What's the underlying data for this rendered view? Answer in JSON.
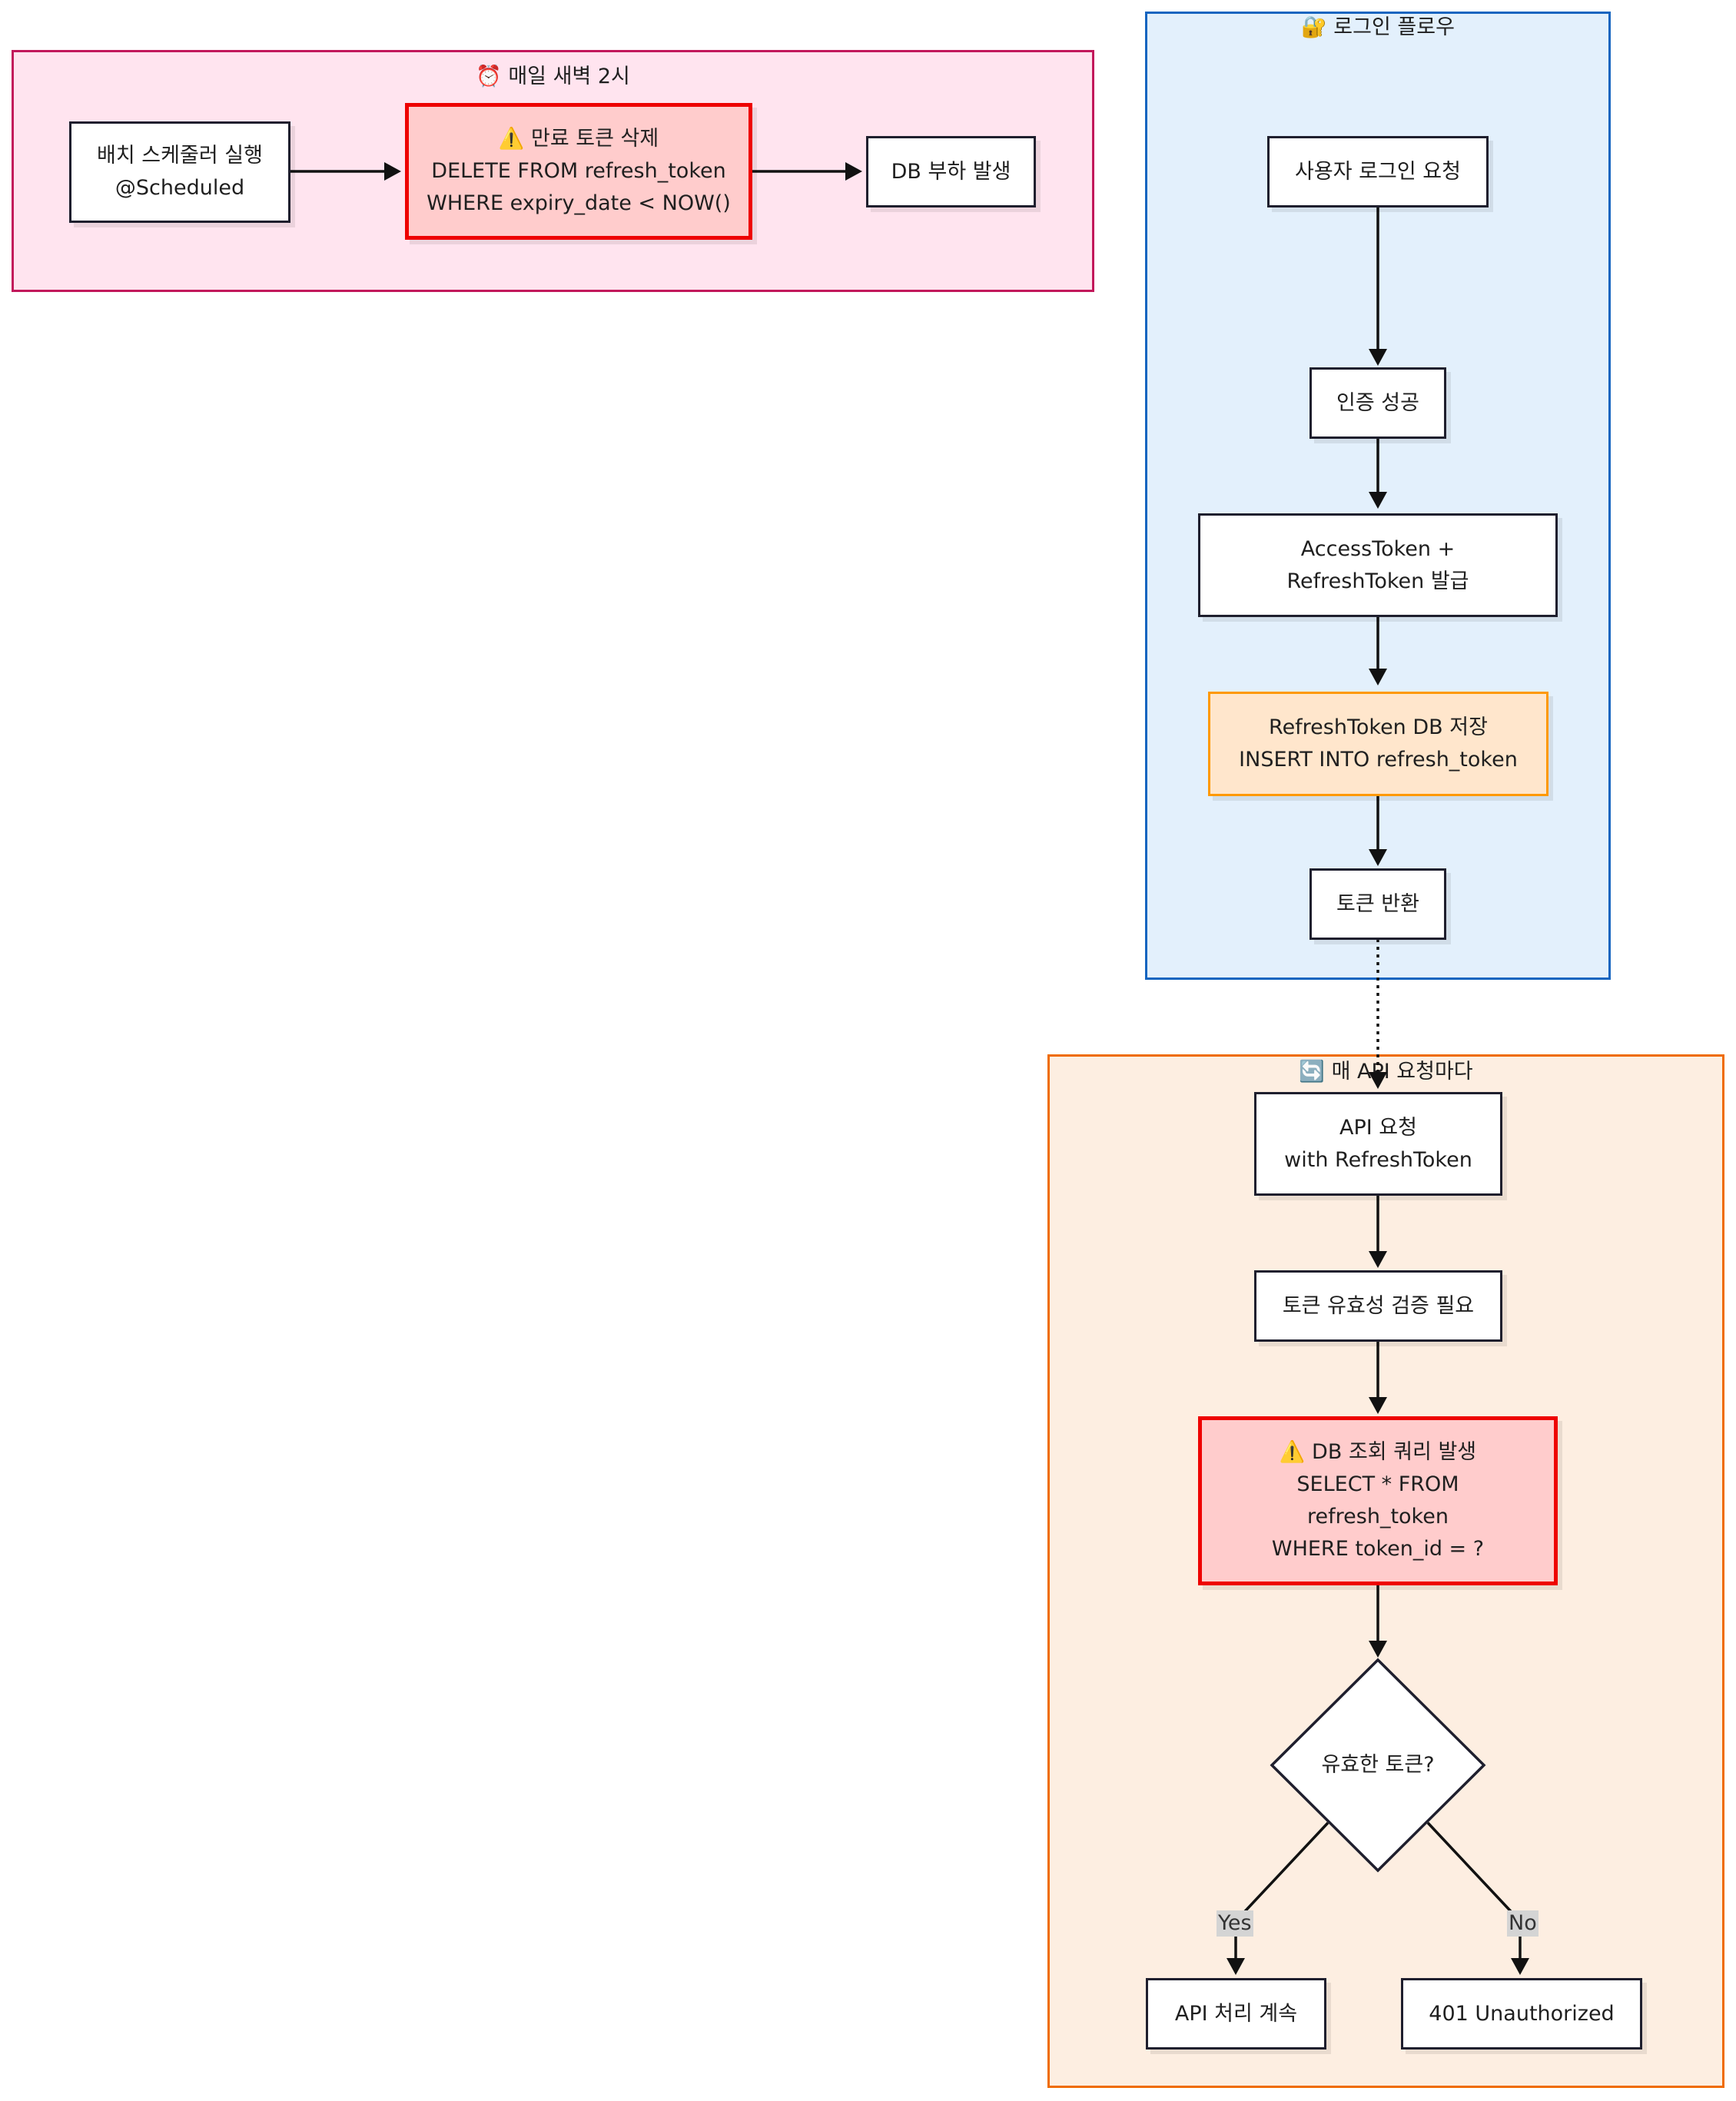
{
  "clusters": {
    "batch": {
      "icon": "⏰",
      "title": "매일 새벽 2시",
      "fill": "#ffe4ef",
      "stroke": "#c2185b"
    },
    "login": {
      "icon": "🔐",
      "title": "로그인 플로우",
      "fill": "#e3f0fc",
      "stroke": "#1565c0"
    },
    "api": {
      "icon": "🔄",
      "title": "매 API 요청마다",
      "fill": "#fdeee1",
      "stroke": "#ef6c00"
    }
  },
  "nodes": {
    "batch_run": {
      "line1": "배치 스케줄러 실행",
      "line2": "@Scheduled"
    },
    "batch_delete": {
      "icon": "⚠️",
      "line1": "만료 토큰 삭제",
      "line2": "DELETE FROM refresh_token",
      "line3": "WHERE expiry_date < NOW()"
    },
    "db_load": {
      "line1": "DB 부하 발생"
    },
    "login_req": {
      "line1": "사용자 로그인 요청"
    },
    "auth_ok": {
      "line1": "인증 성공"
    },
    "issue": {
      "line1": "AccessToken +",
      "line2": "RefreshToken 발급"
    },
    "store": {
      "line1": "RefreshToken DB 저장",
      "line2": "INSERT INTO refresh_token"
    },
    "return_tok": {
      "line1": "토큰 반환"
    },
    "api_req": {
      "line1": "API 요청",
      "line2": "with RefreshToken"
    },
    "need_verify": {
      "line1": "토큰 유효성 검증 필요"
    },
    "db_query": {
      "icon": "⚠️",
      "line1": "DB 조회 쿼리 발생",
      "line2": "SELECT * FROM",
      "line3": "refresh_token",
      "line4": "WHERE token_id = ?"
    },
    "valid_q": {
      "line1": "유효한 토큰?"
    },
    "continue": {
      "line1": "API 처리 계속"
    },
    "unauth": {
      "line1": "401 Unauthorized"
    }
  },
  "edge_labels": {
    "yes": "Yes",
    "no": "No"
  },
  "colors": {
    "edge": "#111111",
    "warn_fill": "#ffcccc",
    "warn_stroke": "#ee0000",
    "store_fill": "#ffe6cc",
    "store_stroke": "#ff9900"
  }
}
